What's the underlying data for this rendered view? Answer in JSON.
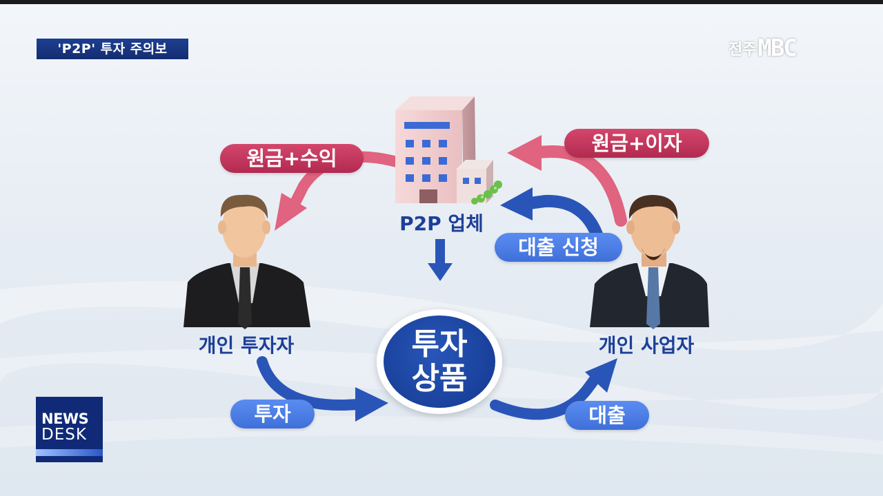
{
  "headline": "'P2P' 투자 주의보",
  "channel": {
    "city": "전주",
    "brand": "MBC"
  },
  "logo": {
    "line1": "NEWS",
    "line2": "DESK"
  },
  "diagram": {
    "company_label": "P2P 업체",
    "investor_label": "개인 투자자",
    "business_label": "개인 사업자",
    "center_line1": "투자",
    "center_line2": "상품",
    "pill_principal_profit": "원금+수익",
    "pill_principal_interest": "원금+이자",
    "pill_loan_request": "대출 신청",
    "pill_invest": "투자",
    "pill_loan": "대출"
  },
  "colors": {
    "accent_blue": "#1c3f98",
    "pill_red": "#c0355c",
    "pill_blue": "#4a7de6",
    "arrow_red": "#e0637f",
    "arrow_blue": "#2a55b8"
  }
}
